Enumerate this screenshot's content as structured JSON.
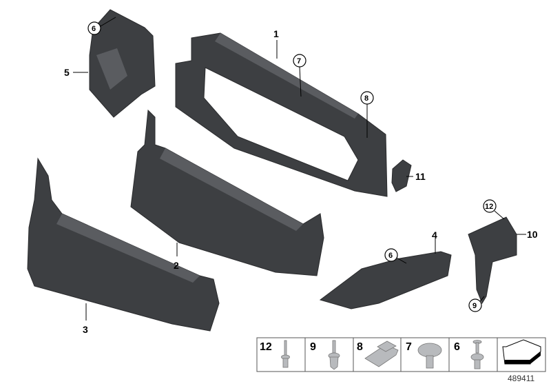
{
  "diagram": {
    "callouts": {
      "c1": "1",
      "c2": "2",
      "c3": "3",
      "c4": "4",
      "c5": "5",
      "c6a": "6",
      "c6b": "6",
      "c7": "7",
      "c8": "8",
      "c9": "9",
      "c10": "10",
      "c11": "11",
      "c12": "12"
    },
    "legend": [
      "12",
      "9",
      "8",
      "7",
      "6"
    ],
    "document_number": "489411"
  }
}
